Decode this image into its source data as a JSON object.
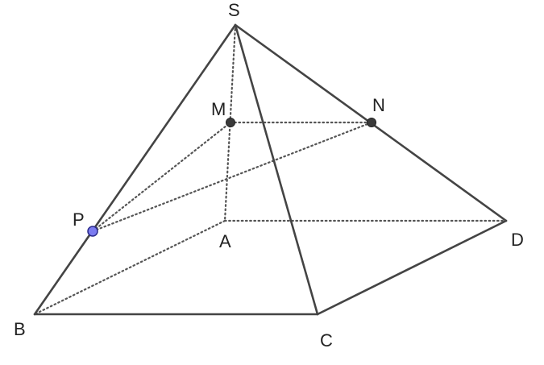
{
  "labels": {
    "S": "S",
    "M": "M",
    "N": "N",
    "P": "P",
    "A": "A",
    "B": "B",
    "C": "C",
    "D": "D"
  },
  "colors": {
    "edge": "#444444",
    "hidden_edge": "#555555",
    "point_fill": "#3a3a3a",
    "point_p_fill": "#7b7bf0",
    "point_p_stroke": "#2a2a8a",
    "text": "#222222"
  }
}
